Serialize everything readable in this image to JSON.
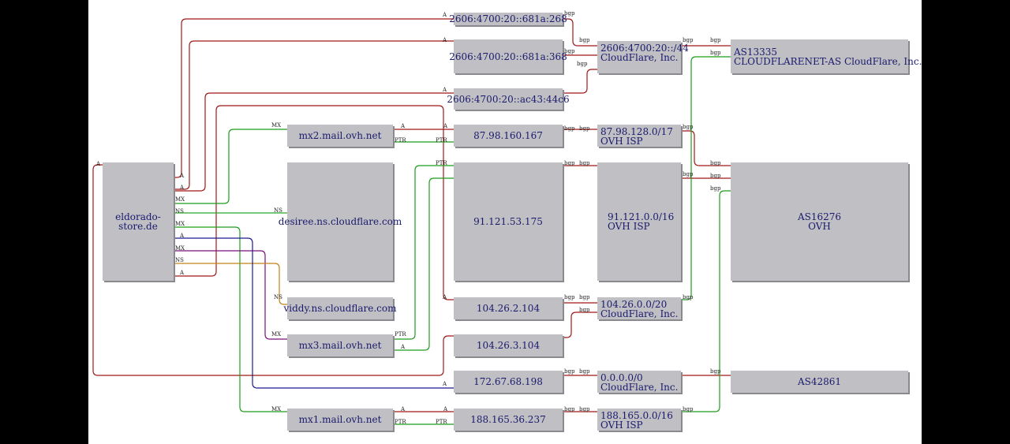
{
  "colors": {
    "A": "#a01818",
    "MX": "#1c9c1c",
    "NS": "#2aa62a",
    "PTR": "#1c9c1c",
    "bgp": "#a01818",
    "mx_blue": "#1a1a90",
    "mx_purple": "#7a107a",
    "ns_orange": "#c08418",
    "node_fill": "#c0bfc3",
    "node_text": "#1a1a6e"
  },
  "nodes": {
    "domain": {
      "label": "eldorado-store.de"
    },
    "ip6_1": {
      "label": "2606:4700:20::681a:268"
    },
    "ip6_2": {
      "label": "2606:4700:20::681a:368"
    },
    "ip6_3": {
      "label": "2606:4700:20::ac43:44c6"
    },
    "mx2": {
      "label": "mx2.mail.ovh.net"
    },
    "desiree": {
      "label": "desiree.ns.cloudflare.com"
    },
    "viddy": {
      "label": "viddy.ns.cloudflare.com"
    },
    "mx3": {
      "label": "mx3.mail.ovh.net"
    },
    "mx1": {
      "label": "mx1.mail.ovh.net"
    },
    "ip_87": {
      "label": "87.98.160.167"
    },
    "ip_91": {
      "label": "91.121.53.175"
    },
    "ip_104a": {
      "label": "104.26.2.104"
    },
    "ip_104b": {
      "label": "104.26.3.104"
    },
    "ip_172": {
      "label": "172.67.68.198"
    },
    "ip_188": {
      "label": "188.165.36.237"
    },
    "pfx_cf6": {
      "line1": "2606:4700:20::/44",
      "line2": "CloudFlare, Inc."
    },
    "pfx_87": {
      "line1": "87.98.128.0/17",
      "line2": "OVH ISP"
    },
    "pfx_91": {
      "line1": "91.121.0.0/16",
      "line2": "OVH ISP"
    },
    "pfx_104": {
      "line1": "104.26.0.0/20",
      "line2": "CloudFlare, Inc."
    },
    "pfx_0": {
      "line1": "0.0.0.0/0",
      "line2": "CloudFlare, Inc."
    },
    "pfx_188": {
      "line1": "188.165.0.0/16",
      "line2": "OVH ISP"
    },
    "as13335": {
      "line1": "AS13335",
      "line2": "CLOUDFLARENET-AS CloudFlare, Inc."
    },
    "as16276": {
      "line1": "AS16276",
      "line2": "OVH"
    },
    "as42861": {
      "label": "AS42861"
    }
  },
  "edge_labels": {
    "A": "A",
    "MX": "MX",
    "NS": "NS",
    "PTR": "PTR",
    "bgp": "bgp"
  }
}
